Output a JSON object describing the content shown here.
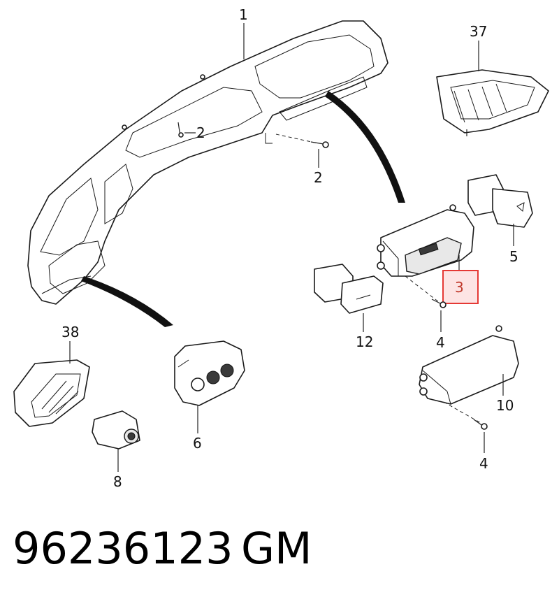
{
  "part_number": "96236123",
  "brand": "GM",
  "colors": {
    "highlight_border": "#e53935",
    "highlight_fill": "#fde4e4",
    "highlight_text": "#c0392b"
  },
  "highlighted_callout": "3",
  "callouts": {
    "c1": "1",
    "c2a": "2",
    "c2b": "2",
    "c3": "3",
    "c4a": "4",
    "c4b": "4",
    "c5": "5",
    "c6": "6",
    "c8": "8",
    "c10": "10",
    "c12": "12",
    "c37": "37",
    "c38": "38"
  }
}
